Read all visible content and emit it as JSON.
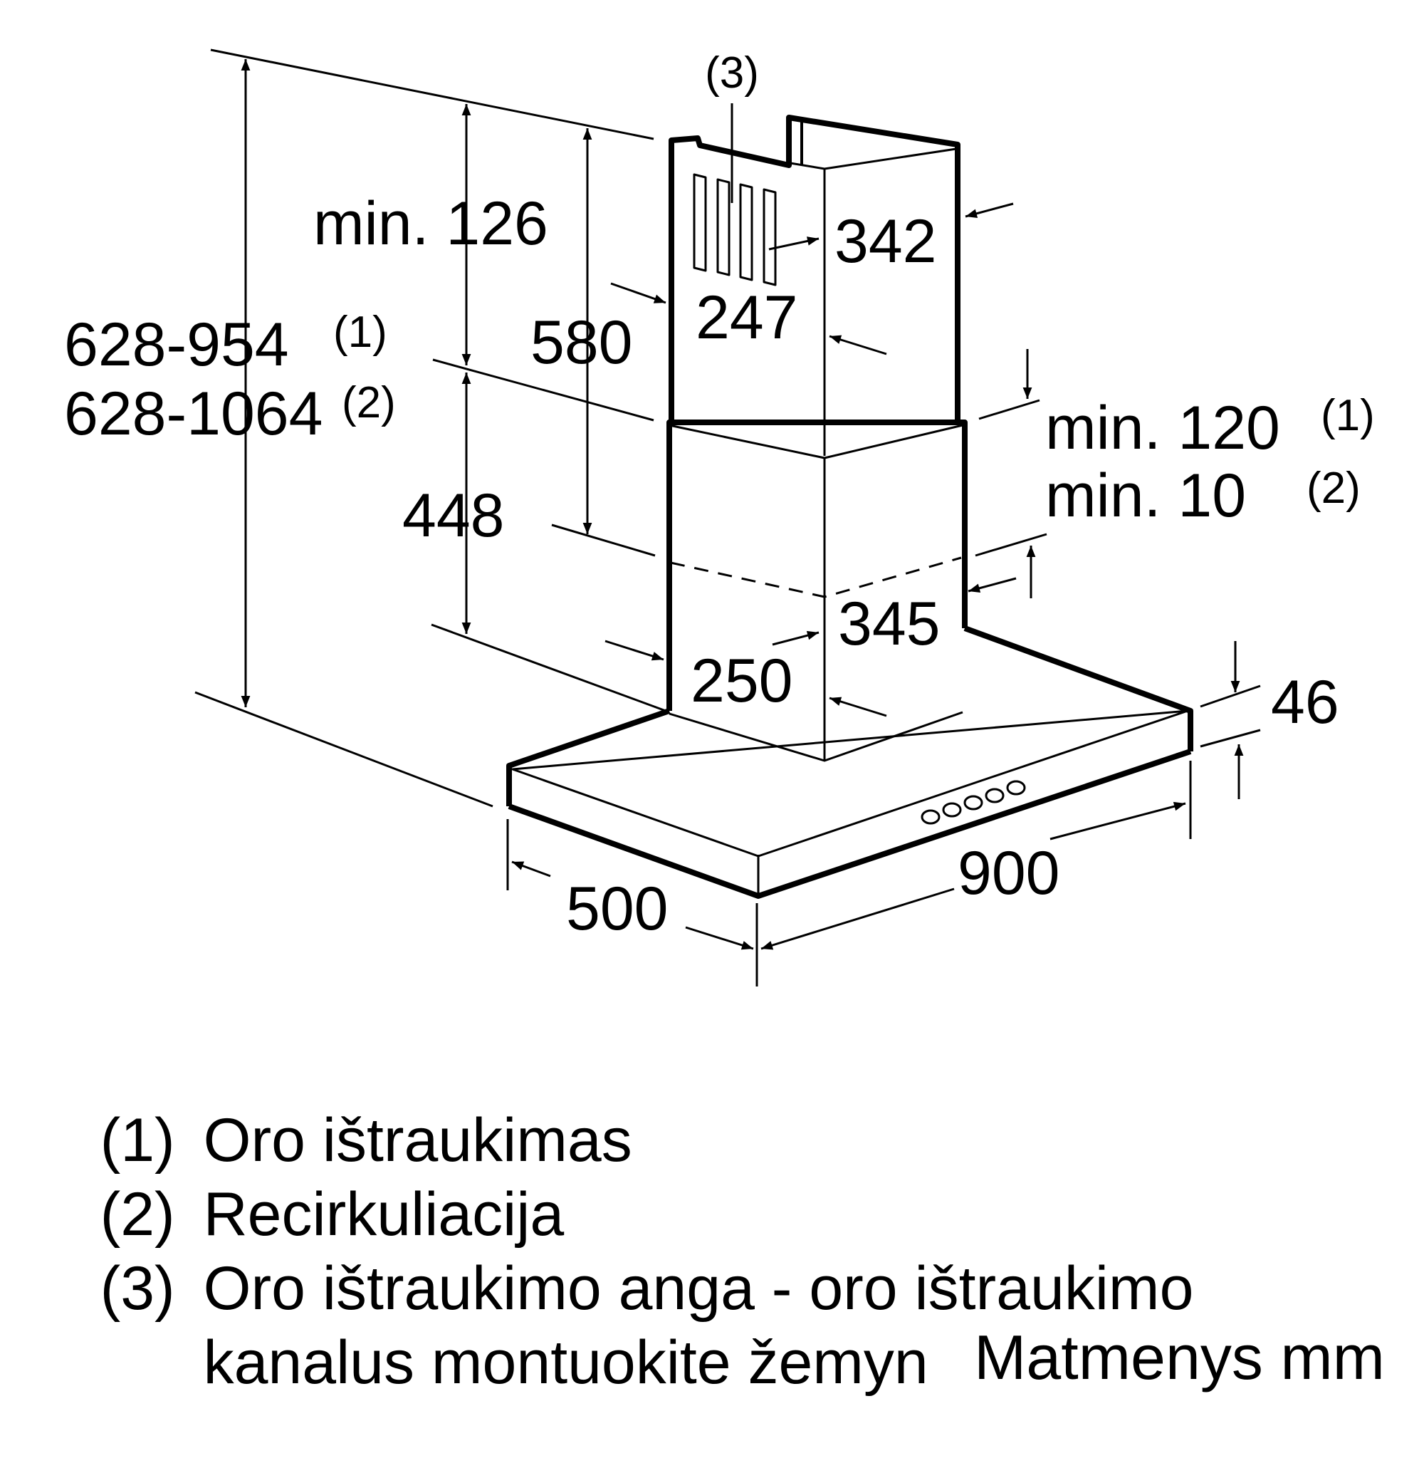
{
  "dimensions": {
    "total_height_1": "628-954",
    "total_height_1_ref": "(1)",
    "total_height_2": "628-1064",
    "total_height_2_ref": "(2)",
    "min_top": "min. 126",
    "upper_chimney_height": "580",
    "lower_chimney_height": "448",
    "upper_width": "342",
    "upper_depth": "247",
    "lower_width": "345",
    "lower_depth": "250",
    "min_overlap_1": "min. 120",
    "min_overlap_1_ref": "(1)",
    "min_overlap_2": "min. 10",
    "min_overlap_2_ref": "(2)",
    "canopy_height": "46",
    "canopy_depth": "500",
    "canopy_width": "900",
    "outlet_ref": "(3)"
  },
  "legend": [
    {
      "num": "(1)",
      "text": "Oro ištraukimas"
    },
    {
      "num": "(2)",
      "text": "Recirkuliacija"
    },
    {
      "num": "(3)",
      "text": "Oro ištraukimo anga - oro ištraukimo"
    },
    {
      "num": "",
      "text": "kanalus montuokite žemyn"
    }
  ],
  "units": "Matmenys mm"
}
